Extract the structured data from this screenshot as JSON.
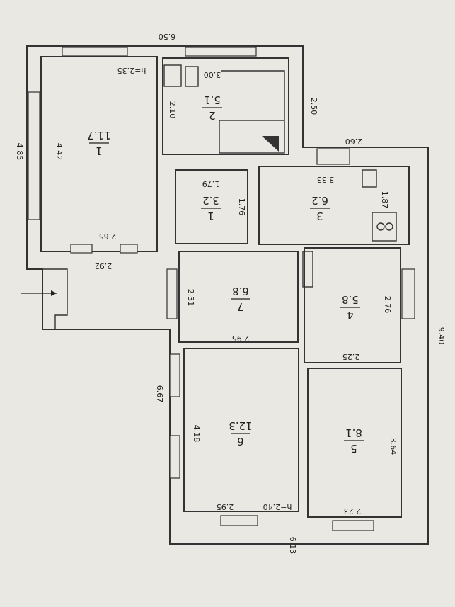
{
  "plan": {
    "rooms": [
      {
        "id": "room-1-living",
        "number": "1",
        "area": "11.7"
      },
      {
        "id": "room-2-bath",
        "number": "2",
        "area": "5.1"
      },
      {
        "id": "room-1-small",
        "number": "1",
        "area": "3.2"
      },
      {
        "id": "room-3-kitchen",
        "number": "3",
        "area": "6.2"
      },
      {
        "id": "room-7-hall",
        "number": "7",
        "area": "6.8"
      },
      {
        "id": "room-4",
        "number": "4",
        "area": "5.8"
      },
      {
        "id": "room-6",
        "number": "6",
        "area": "12.3"
      },
      {
        "id": "room-5",
        "number": "5",
        "area": "8.1"
      }
    ],
    "dimensions": {
      "d_650": "6.50",
      "d_485": "4.85",
      "d_442": "4.42",
      "d_h235": "h=2.35",
      "d_300": "3.00",
      "d_210": "2.10",
      "d_250": "2.50",
      "d_260": "2.60",
      "d_265": "2.65",
      "d_292": "2.92",
      "d_179": "1.79",
      "d_176": "1.76",
      "d_333": "3.33",
      "d_187": "1.87",
      "d_231": "2.31",
      "d_295a": "2.95",
      "d_276": "2.76",
      "d_225": "2.25",
      "d_940": "9.40",
      "d_667": "6.67",
      "d_418": "4.18",
      "d_364": "3.64",
      "d_295b": "2.95",
      "d_h240": "h=2.40",
      "d_223": "2.23",
      "d_613": "6.13"
    }
  }
}
